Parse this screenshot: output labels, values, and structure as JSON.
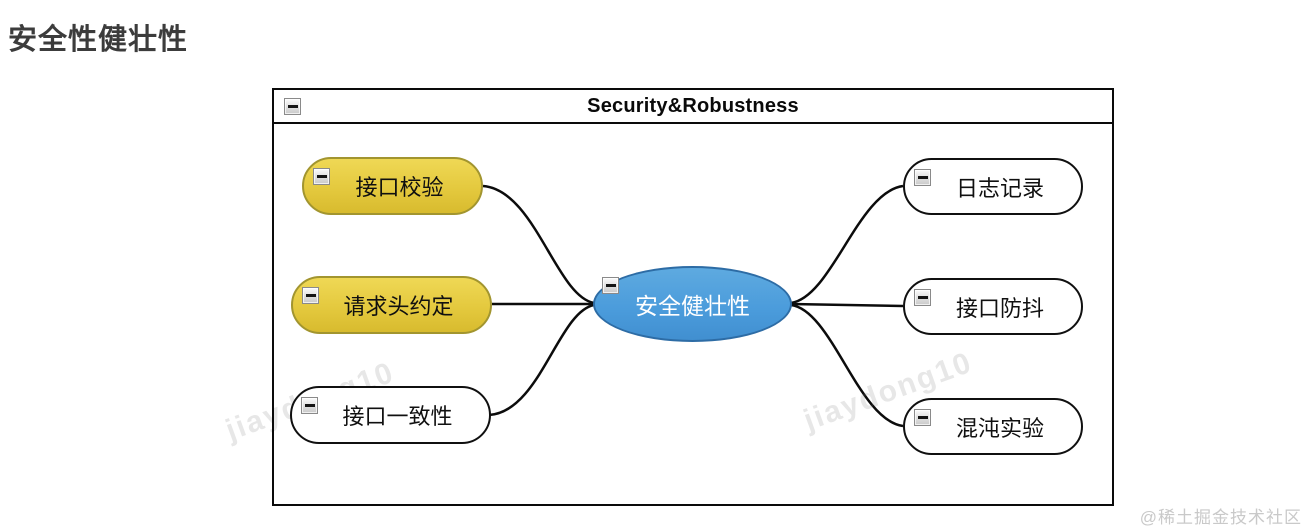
{
  "page": {
    "title": "安全性健壮性",
    "credit": "@稀土掘金技术社区",
    "watermark": "jiaydong10"
  },
  "frame": {
    "title": "Security&Robustness"
  },
  "mindmap": {
    "root": {
      "label": "安全健壮性"
    },
    "left_nodes": [
      {
        "label": "接口校验",
        "style": "yellow"
      },
      {
        "label": "请求头约定",
        "style": "yellow"
      },
      {
        "label": "接口一致性",
        "style": "white"
      }
    ],
    "right_nodes": [
      {
        "label": "日志记录",
        "style": "white"
      },
      {
        "label": "接口防抖",
        "style": "white"
      },
      {
        "label": "混沌实验",
        "style": "white"
      }
    ],
    "colors": {
      "root_fill": "#4a9bdb",
      "root_border": "#2d6ca5",
      "root_text": "#ffffff",
      "yellow_fill": "#e4c93e",
      "yellow_border": "#a2952f",
      "white_fill": "#ffffff",
      "node_border": "#101010",
      "frame_border": "#0a0a0a"
    }
  }
}
